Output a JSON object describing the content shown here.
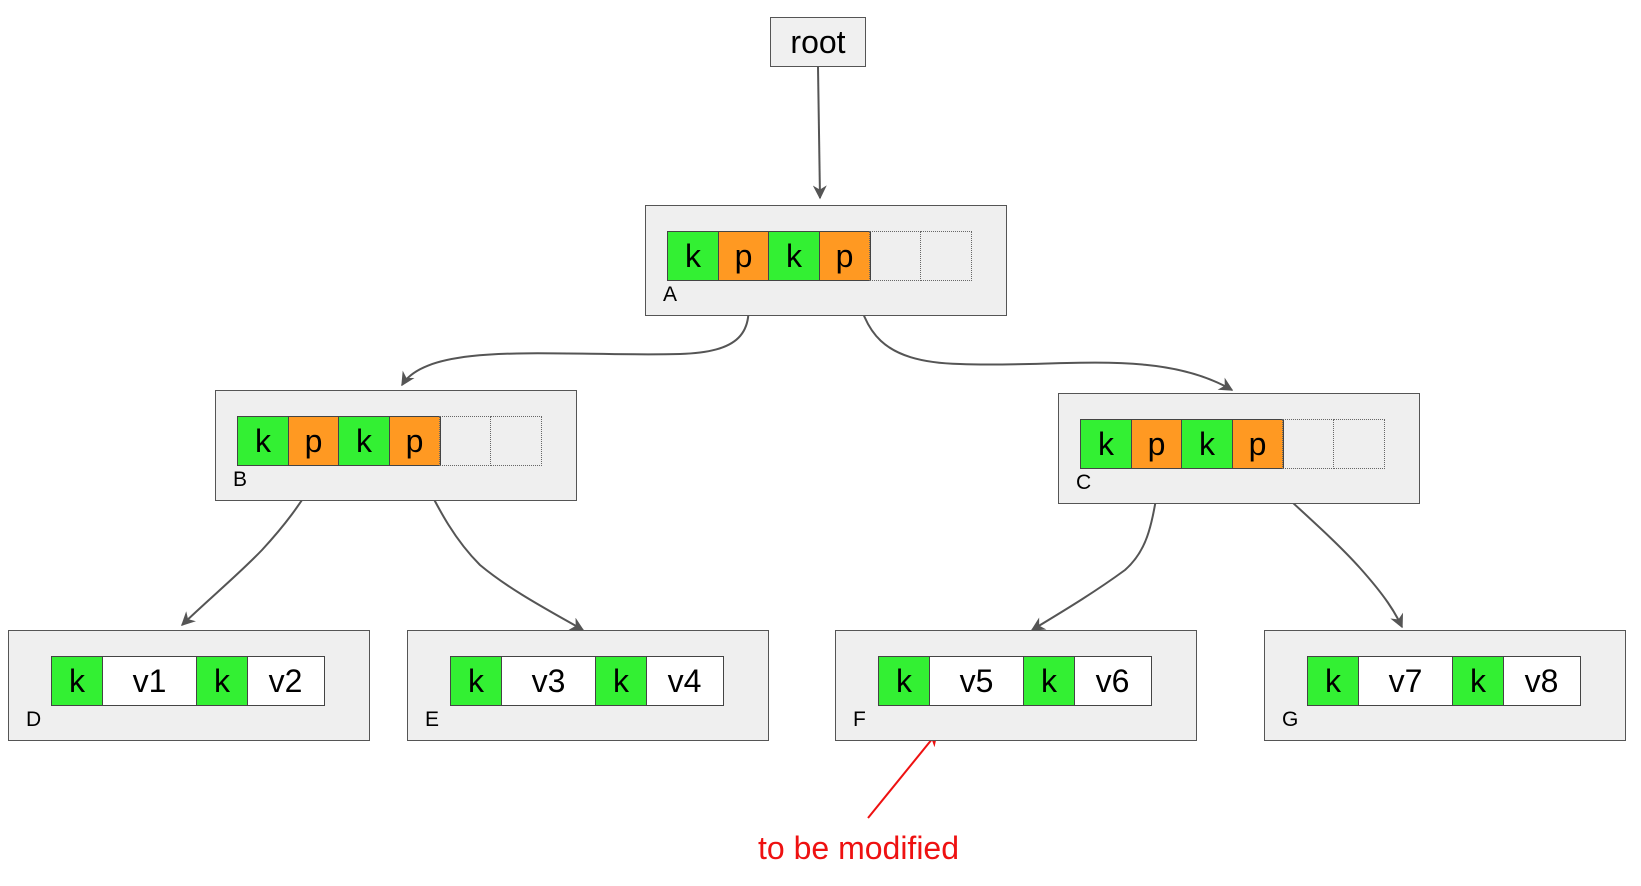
{
  "root": {
    "label": "root"
  },
  "nodes": {
    "A": {
      "label": "A",
      "slots": [
        "k",
        "p",
        "k",
        "p"
      ]
    },
    "B": {
      "label": "B",
      "slots": [
        "k",
        "p",
        "k",
        "p"
      ]
    },
    "C": {
      "label": "C",
      "slots": [
        "k",
        "p",
        "k",
        "p"
      ]
    },
    "D": {
      "label": "D",
      "entries": [
        {
          "key": "k",
          "value": "v1"
        },
        {
          "key": "k",
          "value": "v2"
        }
      ]
    },
    "E": {
      "label": "E",
      "entries": [
        {
          "key": "k",
          "value": "v3"
        },
        {
          "key": "k",
          "value": "v4"
        }
      ]
    },
    "F": {
      "label": "F",
      "entries": [
        {
          "key": "k",
          "value": "v5"
        },
        {
          "key": "k",
          "value": "v6"
        }
      ]
    },
    "G": {
      "label": "G",
      "entries": [
        {
          "key": "k",
          "value": "v7"
        },
        {
          "key": "k",
          "value": "v8"
        }
      ]
    }
  },
  "annotation": {
    "text": "to be modified",
    "color": "#ee1111"
  },
  "colors": {
    "key": "#33f033",
    "pointer": "#ff9922",
    "node_bg": "#efefef",
    "arrow": "#555555"
  }
}
